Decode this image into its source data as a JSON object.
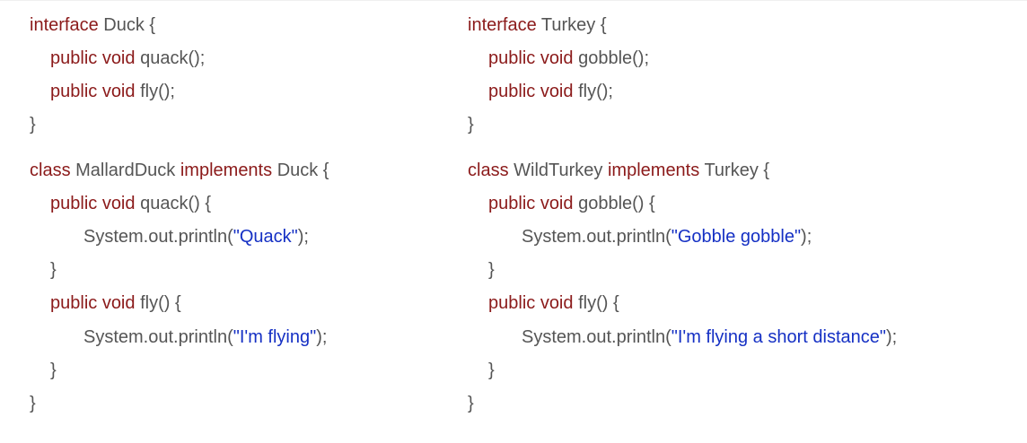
{
  "left": {
    "interface_kw": "interface",
    "interface_name": "Duck {",
    "m1_kw": "public void",
    "m1_sig": "quack();",
    "m2_kw": "public void",
    "m2_sig": "fly();",
    "close1": "}",
    "class_kw": "class",
    "class_name": "MallardDuck",
    "impl_kw": "implements",
    "impl_name": "Duck {",
    "c_m1_kw": "public void",
    "c_m1_sig": "quack() {",
    "c_m1_body_pre": "System.out.println(",
    "c_m1_body_str": "\"Quack\"",
    "c_m1_body_post": ");",
    "c_m1_close": "}",
    "c_m2_kw": "public void",
    "c_m2_sig": "fly() {",
    "c_m2_body_pre": "System.out.println(",
    "c_m2_body_str": "\"I'm flying\"",
    "c_m2_body_post": ");",
    "c_m2_close": "}",
    "class_close": "}"
  },
  "right": {
    "interface_kw": "interface",
    "interface_name": "Turkey {",
    "m1_kw": "public void",
    "m1_sig": "gobble();",
    "m2_kw": "public void",
    "m2_sig": "fly();",
    "close1": "}",
    "class_kw": "class",
    "class_name": "WildTurkey",
    "impl_kw": "implements",
    "impl_name": "Turkey {",
    "c_m1_kw": "public void",
    "c_m1_sig": "gobble() {",
    "c_m1_body_pre": "System.out.println(",
    "c_m1_body_str": "\"Gobble gobble\"",
    "c_m1_body_post": ");",
    "c_m1_close": "}",
    "c_m2_kw": "public void",
    "c_m2_sig": "fly() {",
    "c_m2_body_pre": "System.out.println(",
    "c_m2_body_str": "\"I'm flying a short distance\"",
    "c_m2_body_post": ");",
    "c_m2_close": "}",
    "class_close": "}"
  },
  "colors": {
    "keyword": "#8b1a1a",
    "string": "#1530c4",
    "text": "#555555"
  }
}
